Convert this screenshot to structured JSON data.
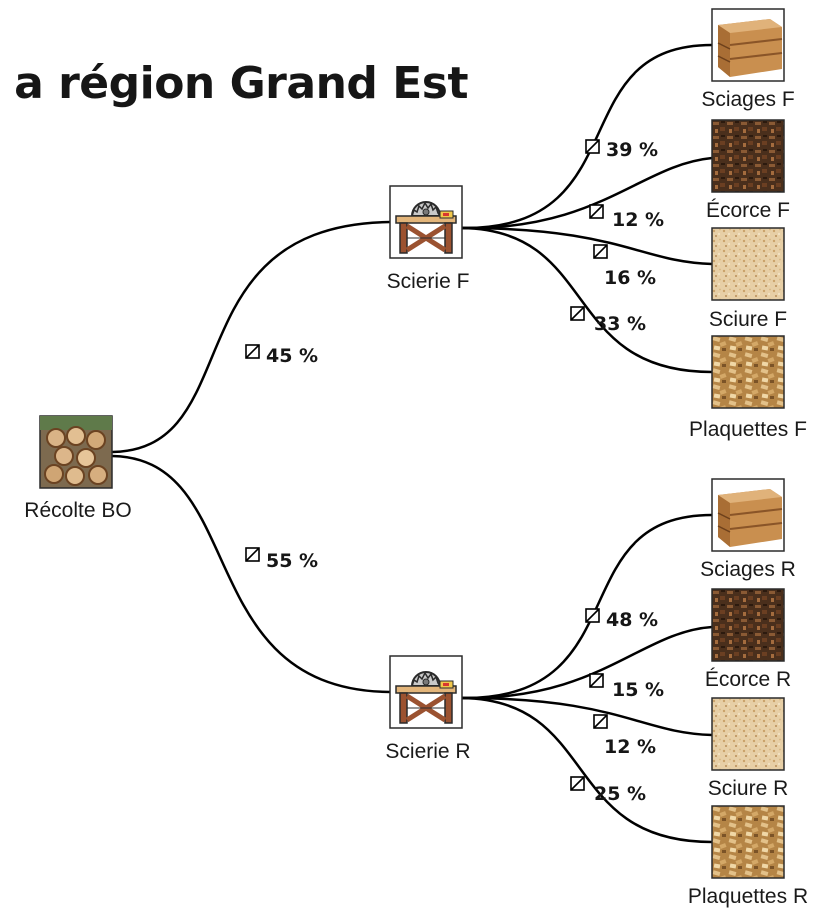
{
  "title": "a région Grand Est",
  "nodes": {
    "recolte": "Récolte BO",
    "scierie_f": "Scierie F",
    "scierie_r": "Scierie R",
    "sciages_f": "Sciages F",
    "ecorce_f": "Écorce F",
    "sciure_f": "Sciure F",
    "plaquettes_f": "Plaquettes F",
    "sciages_r": "Sciages R",
    "ecorce_r": "Écorce R",
    "sciure_r": "Sciure R",
    "plaquettes_r": "Plaquettes R"
  },
  "flows": {
    "recolte_to_scierie_f": "45 %",
    "recolte_to_scierie_r": "55 %",
    "f_sciages": "39 %",
    "f_ecorce": "12 %",
    "f_sciure": "16 %",
    "f_plaquettes": "33 %",
    "r_sciages": "48 %",
    "r_ecorce": "15 %",
    "r_sciure": "12 %",
    "r_plaquettes": "25 %"
  },
  "icons": {
    "recolte": "log-pile-icon",
    "scierie": "sawmill-icon",
    "sciages": "lumber-icon",
    "ecorce": "bark-icon",
    "sciure": "sawdust-icon",
    "plaquettes": "wood-chips-icon"
  },
  "colors": {
    "line": "#000000",
    "text": "#161616",
    "wood": "#c98f4f",
    "sawmill_frame": "#9b5230"
  }
}
